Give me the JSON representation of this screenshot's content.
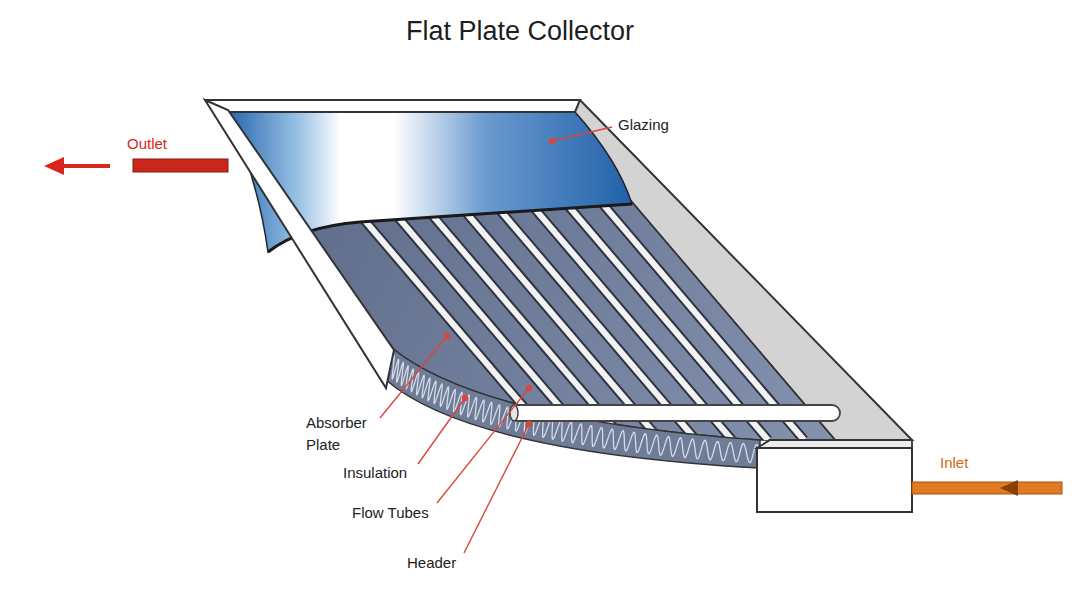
{
  "diagram": {
    "title": "Flat Plate Collector",
    "labels": [
      "Outlet",
      "Glazing",
      "Absorber Plate",
      "Insulation",
      "Flow Tubes",
      "Header",
      "Inlet"
    ]
  }
}
